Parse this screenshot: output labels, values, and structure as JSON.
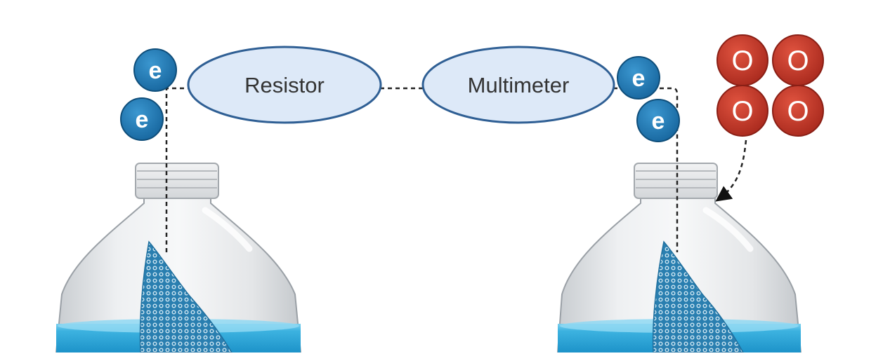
{
  "components": [
    {
      "label": "Resistor"
    },
    {
      "label": "Multimeter"
    }
  ],
  "electrons": {
    "symbol": "e",
    "color": "#1f78b4",
    "left": [
      "e",
      "e"
    ],
    "right": [
      "e",
      "e"
    ]
  },
  "oxygen": {
    "symbol": "O",
    "color": "#c0392b",
    "atoms": [
      "O",
      "O",
      "O",
      "O"
    ]
  },
  "colors": {
    "component_fill": "#dde9f8",
    "component_stroke": "#2f5f94",
    "water": "#29a8d8",
    "wire": "#222222"
  }
}
